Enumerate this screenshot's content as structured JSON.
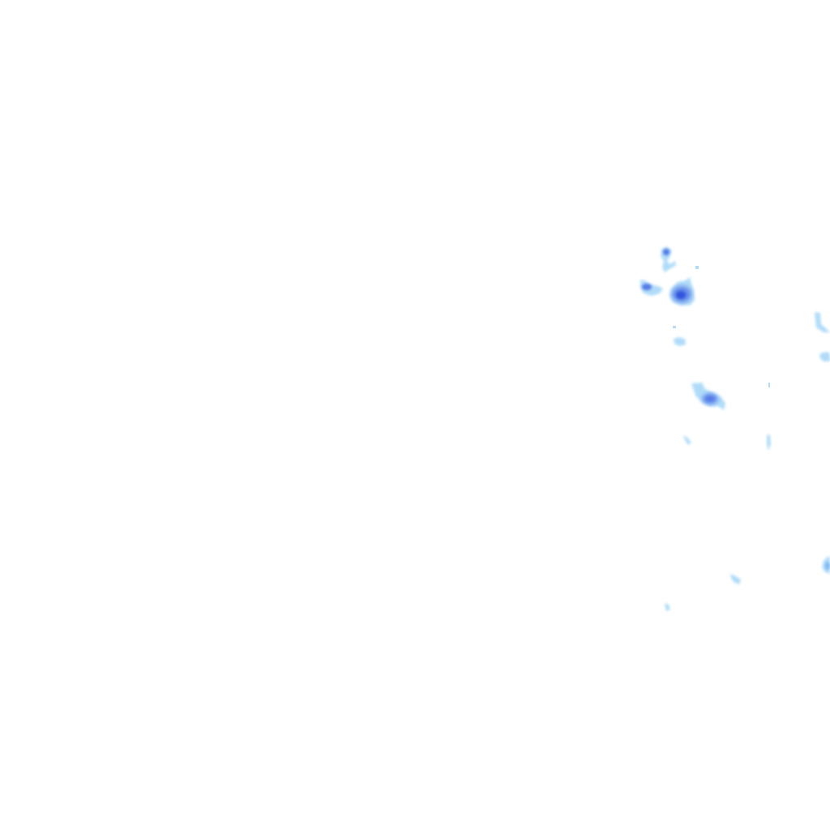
{
  "map": {
    "kind": "precipitation-radar-overlay",
    "background_color": "#ffffff",
    "intensity_palette": {
      "light": "#a8d8f8",
      "moderate": "#7ab6f2",
      "heavy": "#4a6fe6",
      "intense": "#2f4fdc"
    },
    "cells": [
      {
        "id": "cell-1",
        "intensity": "heavy"
      },
      {
        "id": "cell-2",
        "intensity": "heavy"
      },
      {
        "id": "cell-3",
        "intensity": "intense"
      },
      {
        "id": "cell-4",
        "intensity": "light"
      },
      {
        "id": "cell-5",
        "intensity": "heavy"
      },
      {
        "id": "cell-6",
        "intensity": "light"
      },
      {
        "id": "cell-7",
        "intensity": "light"
      },
      {
        "id": "cell-8",
        "intensity": "light"
      },
      {
        "id": "cell-9",
        "intensity": "moderate"
      },
      {
        "id": "cell-10",
        "intensity": "light"
      },
      {
        "id": "cell-11",
        "intensity": "light"
      },
      {
        "id": "cell-12",
        "intensity": "light"
      }
    ]
  }
}
